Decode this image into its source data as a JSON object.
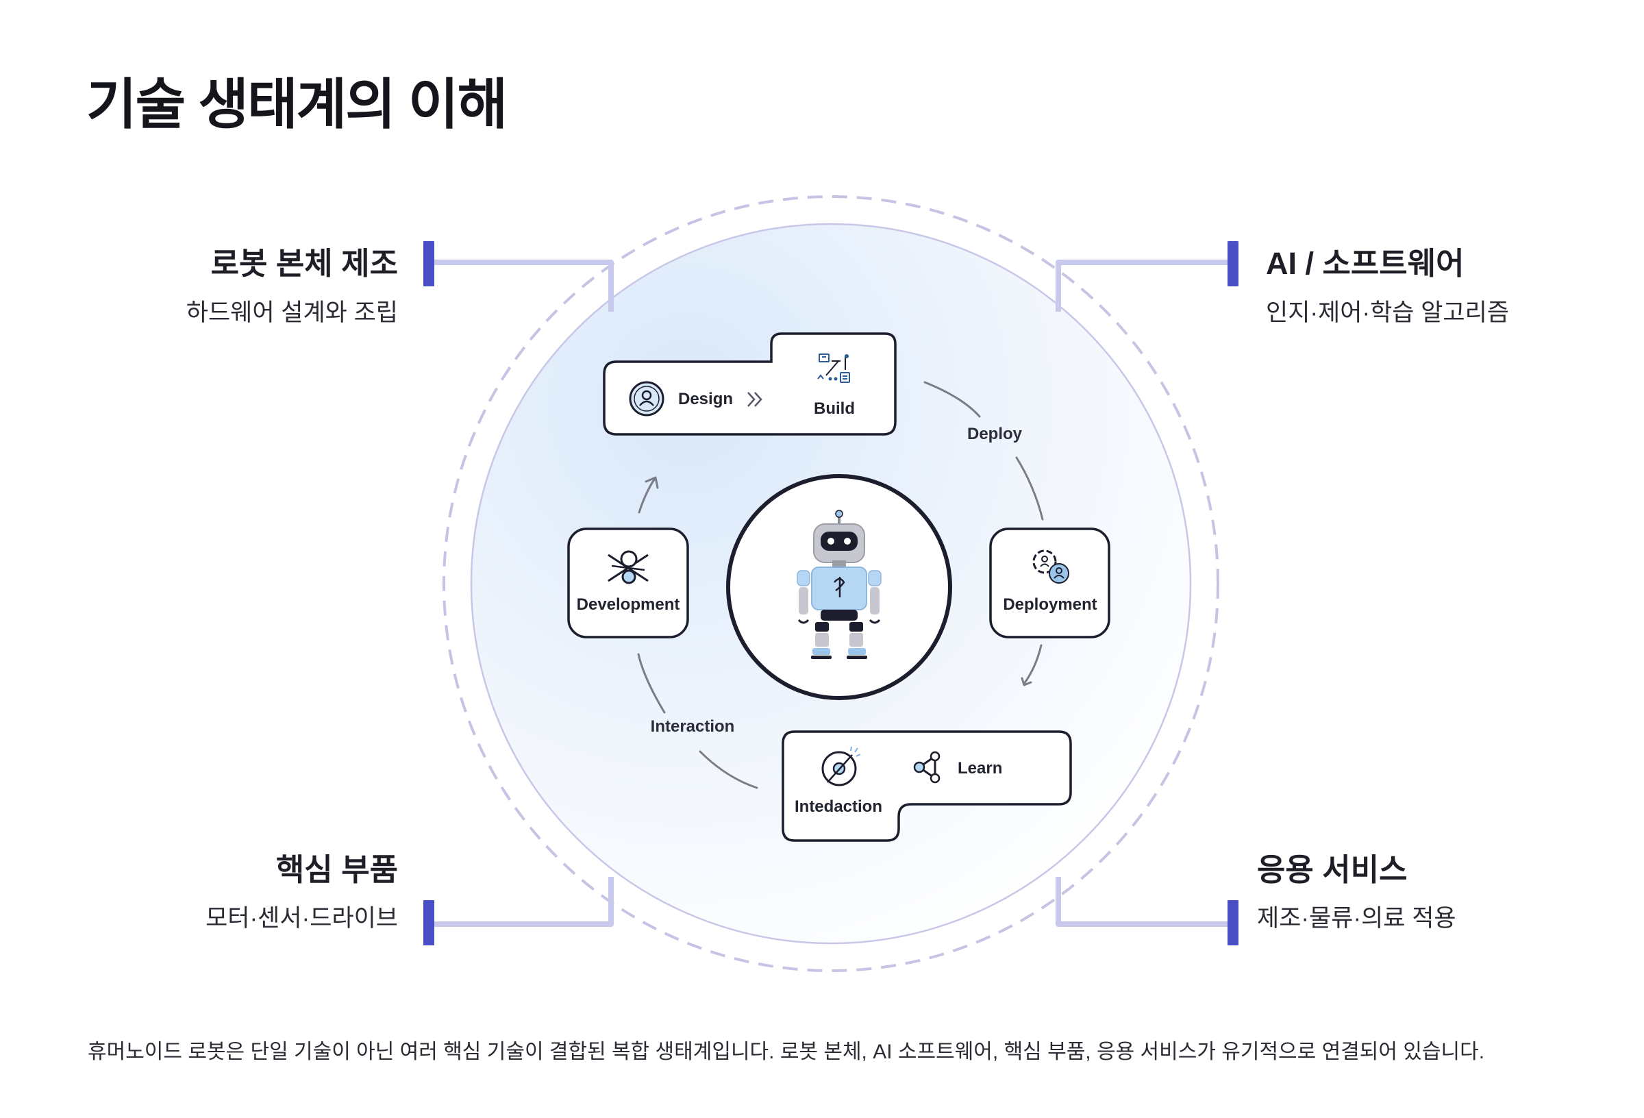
{
  "title": "기술 생태계의 이해",
  "pillars": {
    "top_left": {
      "title": "로봇 본체 제조",
      "subtitle": "하드웨어 설계와 조립"
    },
    "top_right": {
      "title": "AI / 소프트웨어",
      "subtitle": "인지·제어·학습 알고리즘"
    },
    "bottom_left": {
      "title": "핵심 부품",
      "subtitle": "모터·센서·드라이브"
    },
    "bottom_right": {
      "title": "응용 서비스",
      "subtitle": "제조·물류·의료 적용"
    }
  },
  "cycle": {
    "design": "Design",
    "build": "Build",
    "deploy": "Deploy",
    "deployment": "Deployment",
    "learn": "Learn",
    "interaction_node": "Intedaction",
    "interaction_edge": "Interaction",
    "development": "Development"
  },
  "icons": [
    "person-circle-icon",
    "double-chevron-icon",
    "blueprint-icon",
    "gear-user-icon",
    "share-nodes-icon",
    "compass-icon",
    "nodes-cross-icon",
    "robot-icon",
    "arrow-icon"
  ],
  "colors": {
    "accent": "#4a4fc6",
    "connector": "#c9c9ee",
    "ring": "#c6c4e4",
    "dark": "#1c1e2e",
    "robot_blue": "#b6d7f3"
  },
  "footer": "휴머노이드 로봇은 단일 기술이 아닌 여러 핵심 기술이 결합된 복합 생태계입니다. 로봇 본체, AI 소프트웨어, 핵심 부품, 응용 서비스가 유기적으로 연결되어 있습니다."
}
